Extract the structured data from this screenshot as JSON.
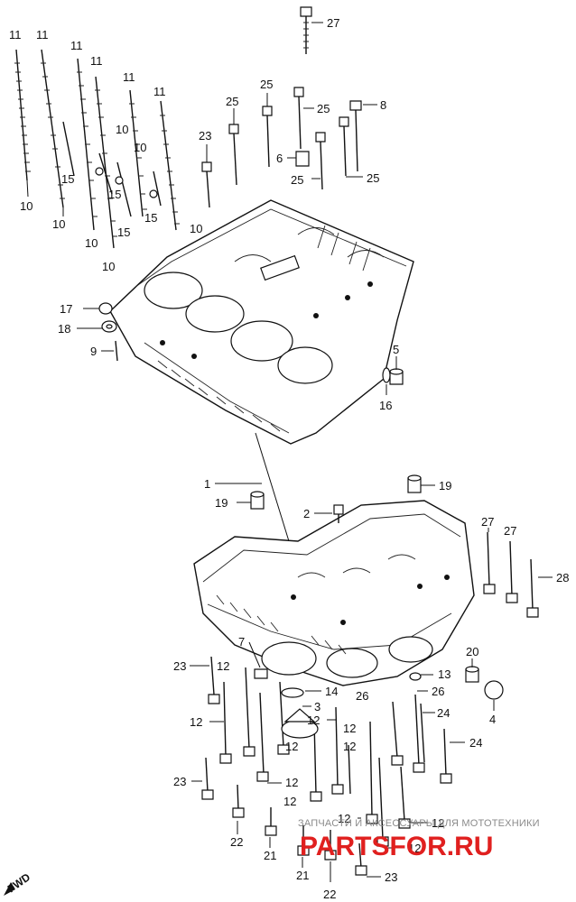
{
  "callouts": {
    "c27_top": "27",
    "c11_a": "11",
    "c11_b": "11",
    "c11_c": "11",
    "c11_d": "11",
    "c11_e": "11",
    "c11_f": "11",
    "c10_a": "10",
    "c10_b": "10",
    "c10_c": "10",
    "c10_d": "10",
    "c10_e": "10",
    "c10_f": "10",
    "c10_g": "10",
    "c15_a": "15",
    "c15_b": "15",
    "c15_c": "15",
    "c15_d": "15",
    "c25_a": "25",
    "c25_b": "25",
    "c25_c": "25",
    "c25_d": "25",
    "c25_e": "25",
    "c8": "8",
    "c6": "6",
    "c23_top": "23",
    "c17": "17",
    "c18": "18",
    "c9": "9",
    "c5": "5",
    "c16": "16",
    "c1": "1",
    "c19_a": "19",
    "c19_b": "19",
    "c2": "2",
    "c27_a": "27",
    "c27_b": "27",
    "c28": "28",
    "c7": "7",
    "c23_a": "23",
    "c12_a": "12",
    "c13": "13",
    "c20": "20",
    "c14": "14",
    "c26_a": "26",
    "c26_b": "26",
    "c4": "4",
    "c3": "3",
    "c12_b": "12",
    "c12_c": "12",
    "c12_d": "12",
    "c12_e": "12",
    "c12_f": "12",
    "c12_g": "12",
    "c12_h": "12",
    "c12_i": "12",
    "c12_j": "12",
    "c12_k": "12",
    "c24_a": "24",
    "c24_b": "24",
    "c23_b": "23",
    "c23_c": "23",
    "c22_a": "22",
    "c22_b": "22",
    "c21_a": "21",
    "c21_b": "21"
  },
  "watermark": {
    "caption": "ЗАПЧАСТИ И АКСЕССУАРЫ ДЛЯ МОТОТЕХНИКИ",
    "brand_left": "PARTSFOR",
    "brand_right": ".RU"
  },
  "fwd_label": "FWD",
  "colors": {
    "line": "#111111",
    "watermark_red": "#e0201f",
    "watermark_grey": "#8a8a8a"
  }
}
